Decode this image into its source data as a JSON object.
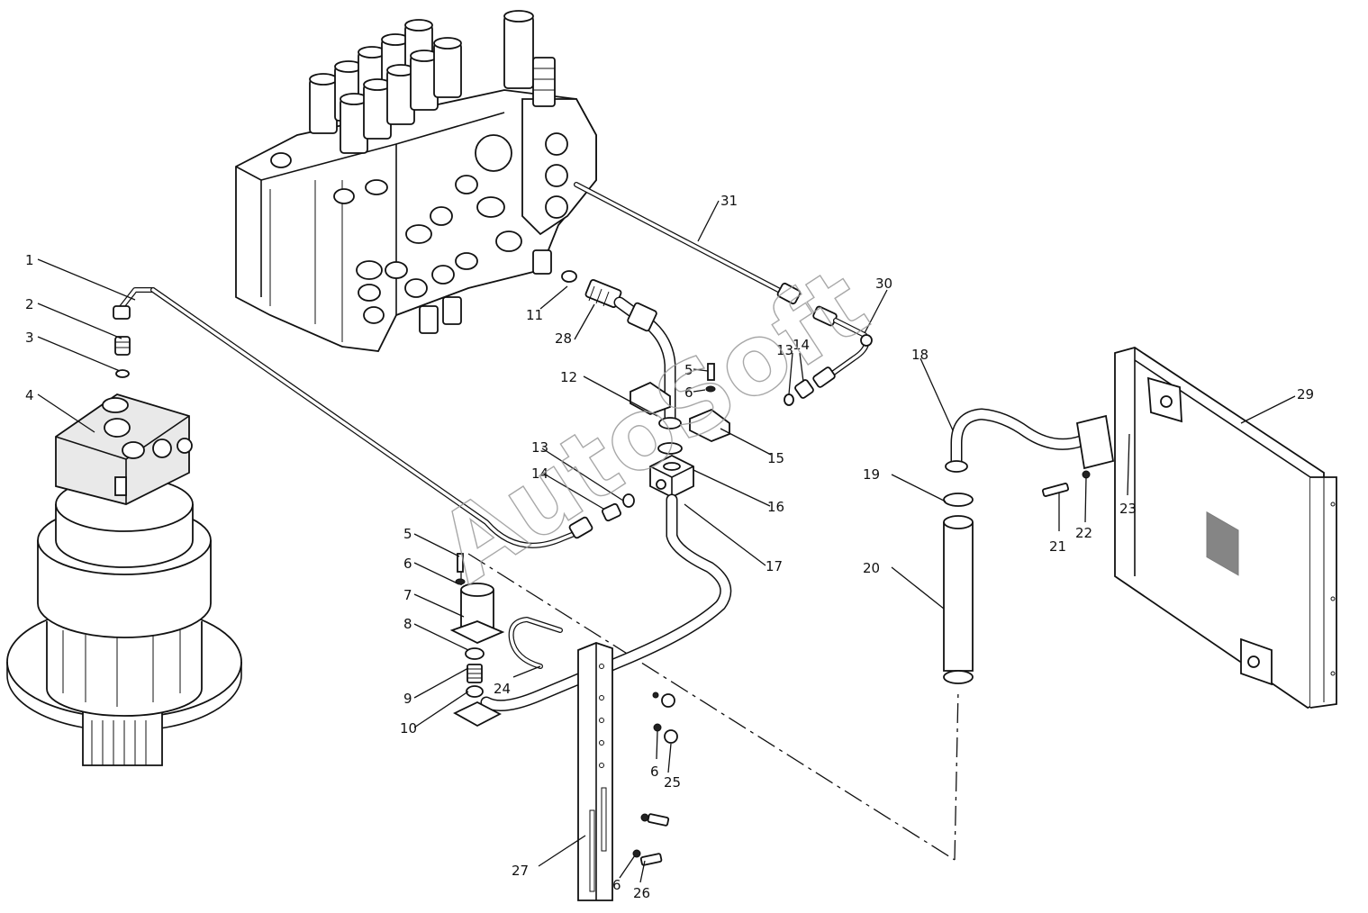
{
  "watermark": "AutoSoft",
  "callouts": [
    {
      "id": "1",
      "label": "1"
    },
    {
      "id": "2",
      "label": "2"
    },
    {
      "id": "3",
      "label": "3"
    },
    {
      "id": "4",
      "label": "4"
    },
    {
      "id": "5a",
      "label": "5"
    },
    {
      "id": "5b",
      "label": "5"
    },
    {
      "id": "6a",
      "label": "6"
    },
    {
      "id": "6b",
      "label": "6"
    },
    {
      "id": "6c",
      "label": "6"
    },
    {
      "id": "6d",
      "label": "6"
    },
    {
      "id": "7",
      "label": "7"
    },
    {
      "id": "8",
      "label": "8"
    },
    {
      "id": "9",
      "label": "9"
    },
    {
      "id": "10",
      "label": "10"
    },
    {
      "id": "11",
      "label": "11"
    },
    {
      "id": "12",
      "label": "12"
    },
    {
      "id": "13a",
      "label": "13"
    },
    {
      "id": "13b",
      "label": "13"
    },
    {
      "id": "14a",
      "label": "14"
    },
    {
      "id": "14b",
      "label": "14"
    },
    {
      "id": "15",
      "label": "15"
    },
    {
      "id": "16",
      "label": "16"
    },
    {
      "id": "17",
      "label": "17"
    },
    {
      "id": "18",
      "label": "18"
    },
    {
      "id": "19",
      "label": "19"
    },
    {
      "id": "20",
      "label": "20"
    },
    {
      "id": "21",
      "label": "21"
    },
    {
      "id": "22",
      "label": "22"
    },
    {
      "id": "23",
      "label": "23"
    },
    {
      "id": "24",
      "label": "24"
    },
    {
      "id": "25",
      "label": "25"
    },
    {
      "id": "26",
      "label": "26"
    },
    {
      "id": "27",
      "label": "27"
    },
    {
      "id": "28",
      "label": "28"
    },
    {
      "id": "29",
      "label": "29"
    },
    {
      "id": "30",
      "label": "30"
    },
    {
      "id": "31",
      "label": "31"
    }
  ]
}
